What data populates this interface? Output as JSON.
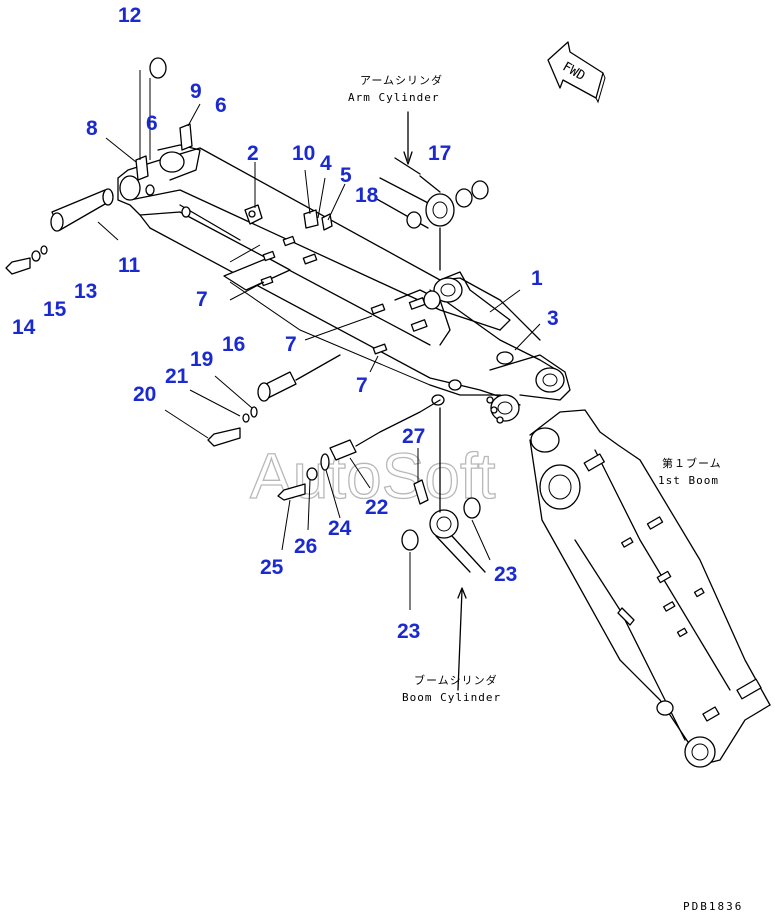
{
  "diagram": {
    "fwd_label": "FWD",
    "arm_cylinder": {
      "jp": "アームシリンダ",
      "en": "Arm Cylinder"
    },
    "first_boom": {
      "jp": "第１ブーム",
      "en": "1st Boom"
    },
    "boom_cylinder": {
      "jp": "ブームシリンダ",
      "en": "Boom Cylinder"
    },
    "watermark": "AutoSoft",
    "drawing_code": "PDB1836",
    "callout_color": "#1a2ad0",
    "callouts": {
      "c12": "12",
      "c9": "9",
      "c6a": "6",
      "c8": "8",
      "c6b": "6",
      "c2": "2",
      "c10": "10",
      "c4": "4",
      "c5": "5",
      "c17": "17",
      "c18": "18",
      "c11": "11",
      "c13": "13",
      "c14": "14",
      "c15": "15",
      "c7a": "7",
      "c7b": "7",
      "c7c": "7",
      "c1": "1",
      "c3": "3",
      "c16": "16",
      "c19": "19",
      "c21": "21",
      "c20": "20",
      "c27": "27",
      "c22": "22",
      "c24": "24",
      "c25": "25",
      "c26": "26",
      "c23a": "23",
      "c23b": "23"
    }
  }
}
